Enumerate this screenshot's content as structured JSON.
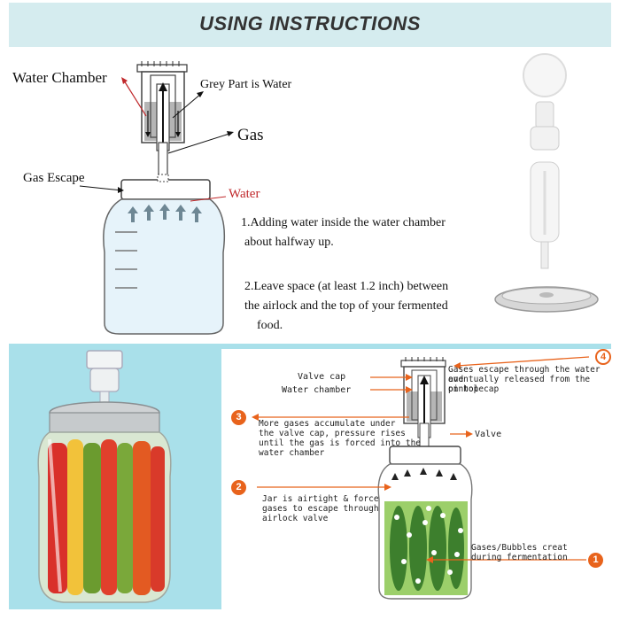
{
  "banner": {
    "title": "USING INSTRUCTIONS"
  },
  "diagram_top": {
    "water_chamber": "Water Chamber",
    "grey_part": "Grey Part is Water",
    "gas": "Gas",
    "gas_escape": "Gas Escape",
    "water": "Water",
    "step1_line1": "1.Adding water inside the water chamber",
    "step1_line2": "about halfway up.",
    "step2_line1": "2.Leave space (at least 1.2 inch) between",
    "step2_line2": "the airlock and the top of your fermented",
    "step2_line3": "food."
  },
  "diagram_bottom": {
    "valve_cap": "Valve cap",
    "water_chamber": "Water chamber",
    "valve": "Valve",
    "note4_l1": "Gases escape through the water and",
    "note4_l2": "eventually released from the pinhole",
    "note4_l3": "on top cap",
    "note3_l1": "More gases accumulate under",
    "note3_l2": "the valve cap, pressure rises",
    "note3_l3": "until the gas is forced into the",
    "note3_l4": "water chamber",
    "note2_l1": "Jar is airtight & force",
    "note2_l2": "gases to escape through",
    "note2_l3": "airlock valve",
    "note1_l1": "Gases/Bubbles creat",
    "note1_l2": "during fermentation",
    "badge1": "1",
    "badge2": "2",
    "badge3": "3",
    "badge4": "4"
  },
  "colors": {
    "banner_bg": "#d5ecef",
    "panel_bg": "#a9e0ea",
    "accent_orange": "#e8631c",
    "water_red": "#c0282b"
  }
}
